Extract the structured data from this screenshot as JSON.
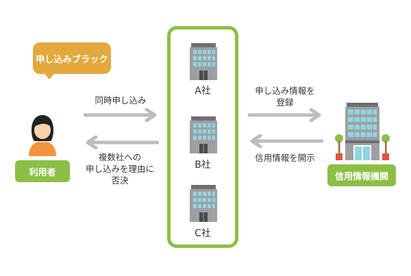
{
  "colors": {
    "green": "#8cbf45",
    "orange_bubble": "#e3a93e",
    "arrow_gray": "#bdbdbd",
    "building_gray": "#9e9fa3",
    "building_dark": "#6e6f73",
    "window_teal": "#8fd6e0",
    "skin": "#f6d3a8",
    "shirt": "#f2943a",
    "hair": "#222222"
  },
  "bubble": {
    "text": "申し込みブラック"
  },
  "user": {
    "label": "利用者"
  },
  "agency": {
    "label": "信用情報機関"
  },
  "companies": [
    {
      "label": "A社"
    },
    {
      "label": "B社"
    },
    {
      "label": "C社"
    }
  ],
  "arrows": {
    "simultaneous": {
      "text": "同時申し込み"
    },
    "rejection": {
      "lines": [
        "複数社への",
        "申し込みを理由に",
        "否決"
      ]
    },
    "register": {
      "lines": [
        "申し込み情報を",
        "登録"
      ]
    },
    "disclose": {
      "text": "信用情報を開示"
    }
  }
}
